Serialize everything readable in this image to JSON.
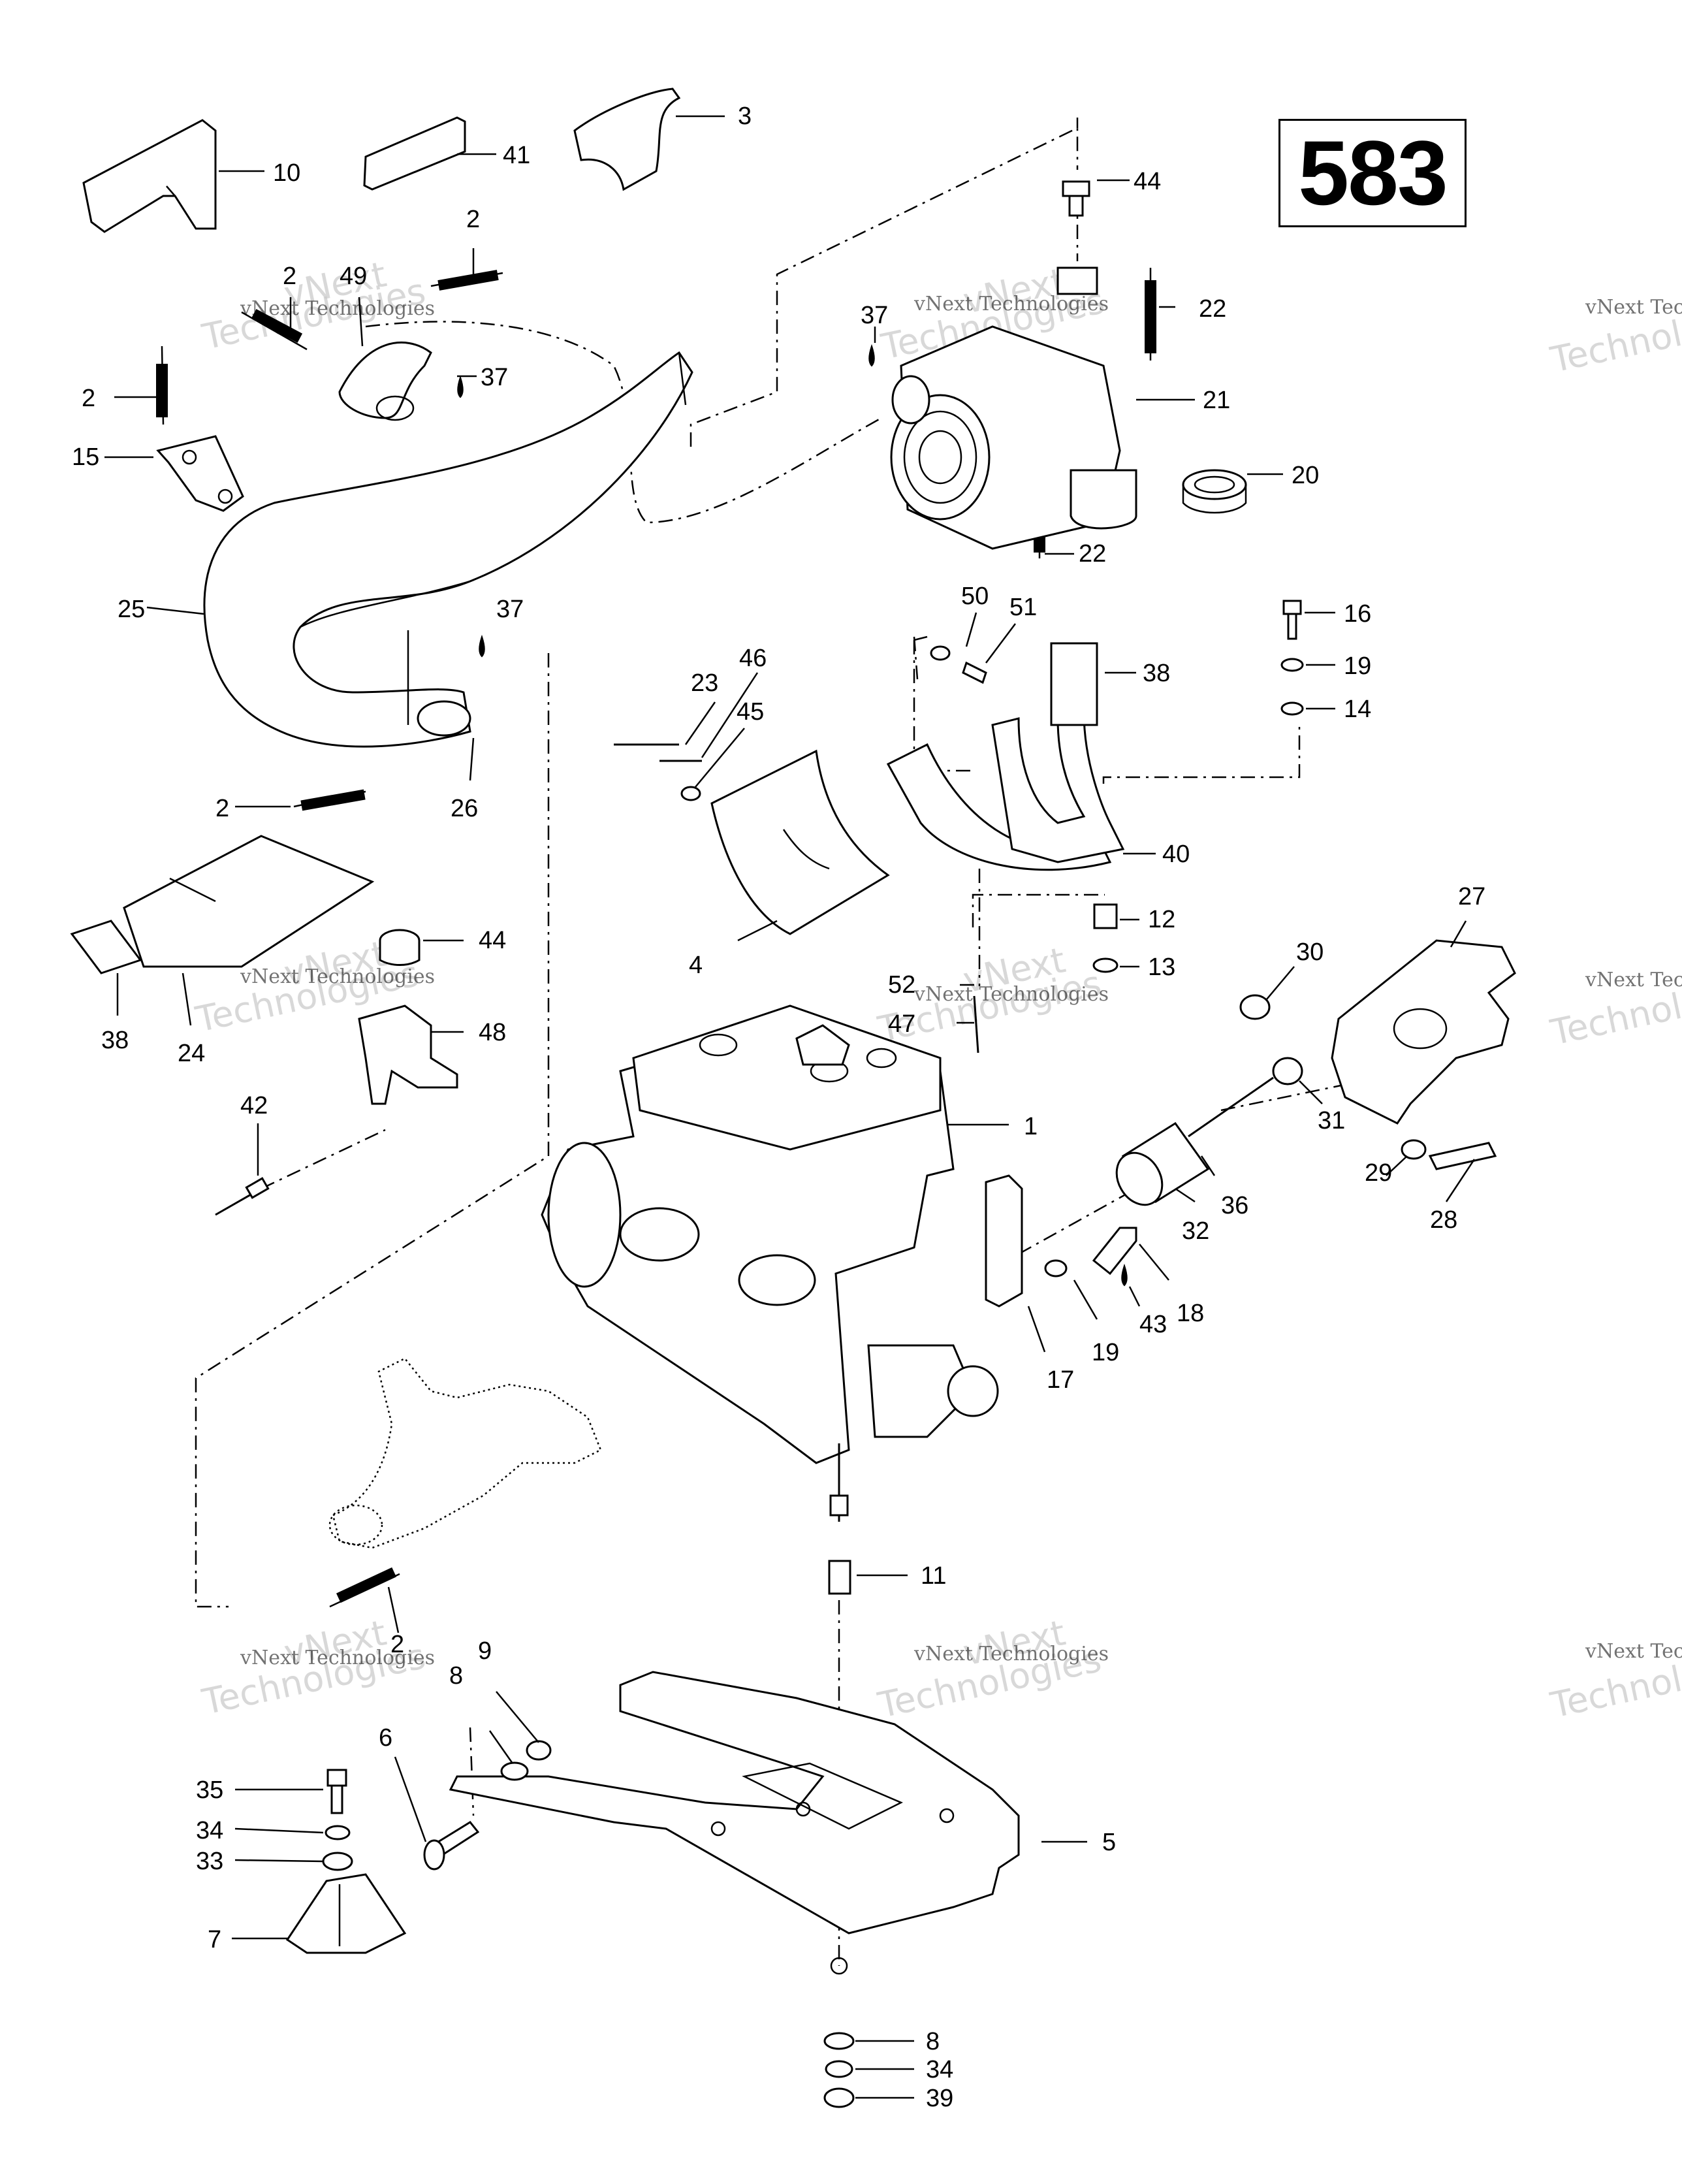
{
  "page_number": "583",
  "watermark": {
    "line1": "vNext Technologies",
    "line2": "Technologies",
    "line2_alt": "vNext"
  },
  "callouts": {
    "c1": "1",
    "c2": "2",
    "c3": "3",
    "c4": "4",
    "c5": "5",
    "c6": "6",
    "c7": "7",
    "c8": "8",
    "c9": "9",
    "c10": "10",
    "c11": "11",
    "c12": "12",
    "c13": "13",
    "c14": "14",
    "c15": "15",
    "c16": "16",
    "c17": "17",
    "c18": "18",
    "c19": "19",
    "c20": "20",
    "c21": "21",
    "c22": "22",
    "c23": "23",
    "c24": "24",
    "c25": "25",
    "c26": "26",
    "c27": "27",
    "c28": "28",
    "c29": "29",
    "c30": "30",
    "c31": "31",
    "c32": "32",
    "c33": "33",
    "c34": "34",
    "c35": "35",
    "c36": "36",
    "c37": "37",
    "c38": "38",
    "c39": "39",
    "c40": "40",
    "c41": "41",
    "c42": "42",
    "c43": "43",
    "c44": "44",
    "c45": "45",
    "c46": "46",
    "c47": "47",
    "c48": "48",
    "c49": "49",
    "c50": "50",
    "c51": "51",
    "c52": "52"
  }
}
